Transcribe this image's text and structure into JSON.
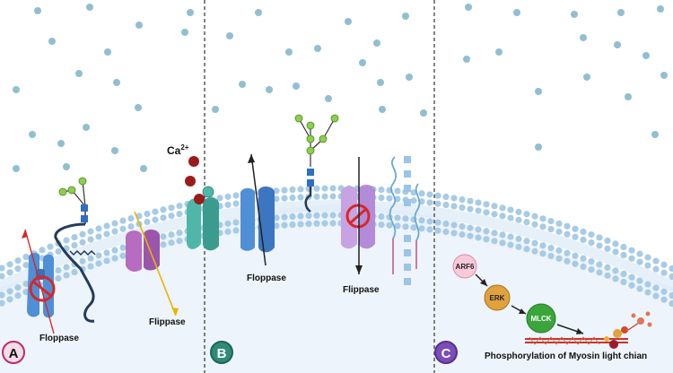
{
  "panels": [
    {
      "letter": "A",
      "color": "#c0286e",
      "fill": "#f7dde8"
    },
    {
      "letter": "B",
      "color": "#2e8b7a",
      "fill": "#dff2ee"
    },
    {
      "letter": "C",
      "color": "#6a3ea1",
      "fill": "#e6dcf3"
    }
  ],
  "labels": {
    "floppase_a": "Floppase",
    "flippase_a": "Flippase",
    "floppase_b": "Floppase",
    "flippase_b": "Flippase",
    "calcium_base": "Ca",
    "calcium_charge": "2+"
  },
  "pathway": {
    "nodes": [
      "ARF6",
      "ERK",
      "MLCK"
    ],
    "caption": "Phosphorylation of Myosin light chian"
  },
  "colors": {
    "ion": "#7fb3c9",
    "membrane_head": "#a8cbe6",
    "cytoplasm": "#eef4fb",
    "divider": "#333333",
    "inhibit": "#d62828",
    "arrow_red": "#d62828",
    "arrow_yellow": "#e8b400",
    "floppase": "#4f8fd6",
    "flippase": "#b56cc1",
    "channel": "#4fb7a8",
    "node_arf6": "#f7c9d9",
    "node_erk": "#e0a23c",
    "node_mlck": "#3aa63a",
    "glycan_green": "#8ccf4c",
    "glycan_blue": "#2f6fc2",
    "calcium_dot": "#9b1b1b"
  }
}
